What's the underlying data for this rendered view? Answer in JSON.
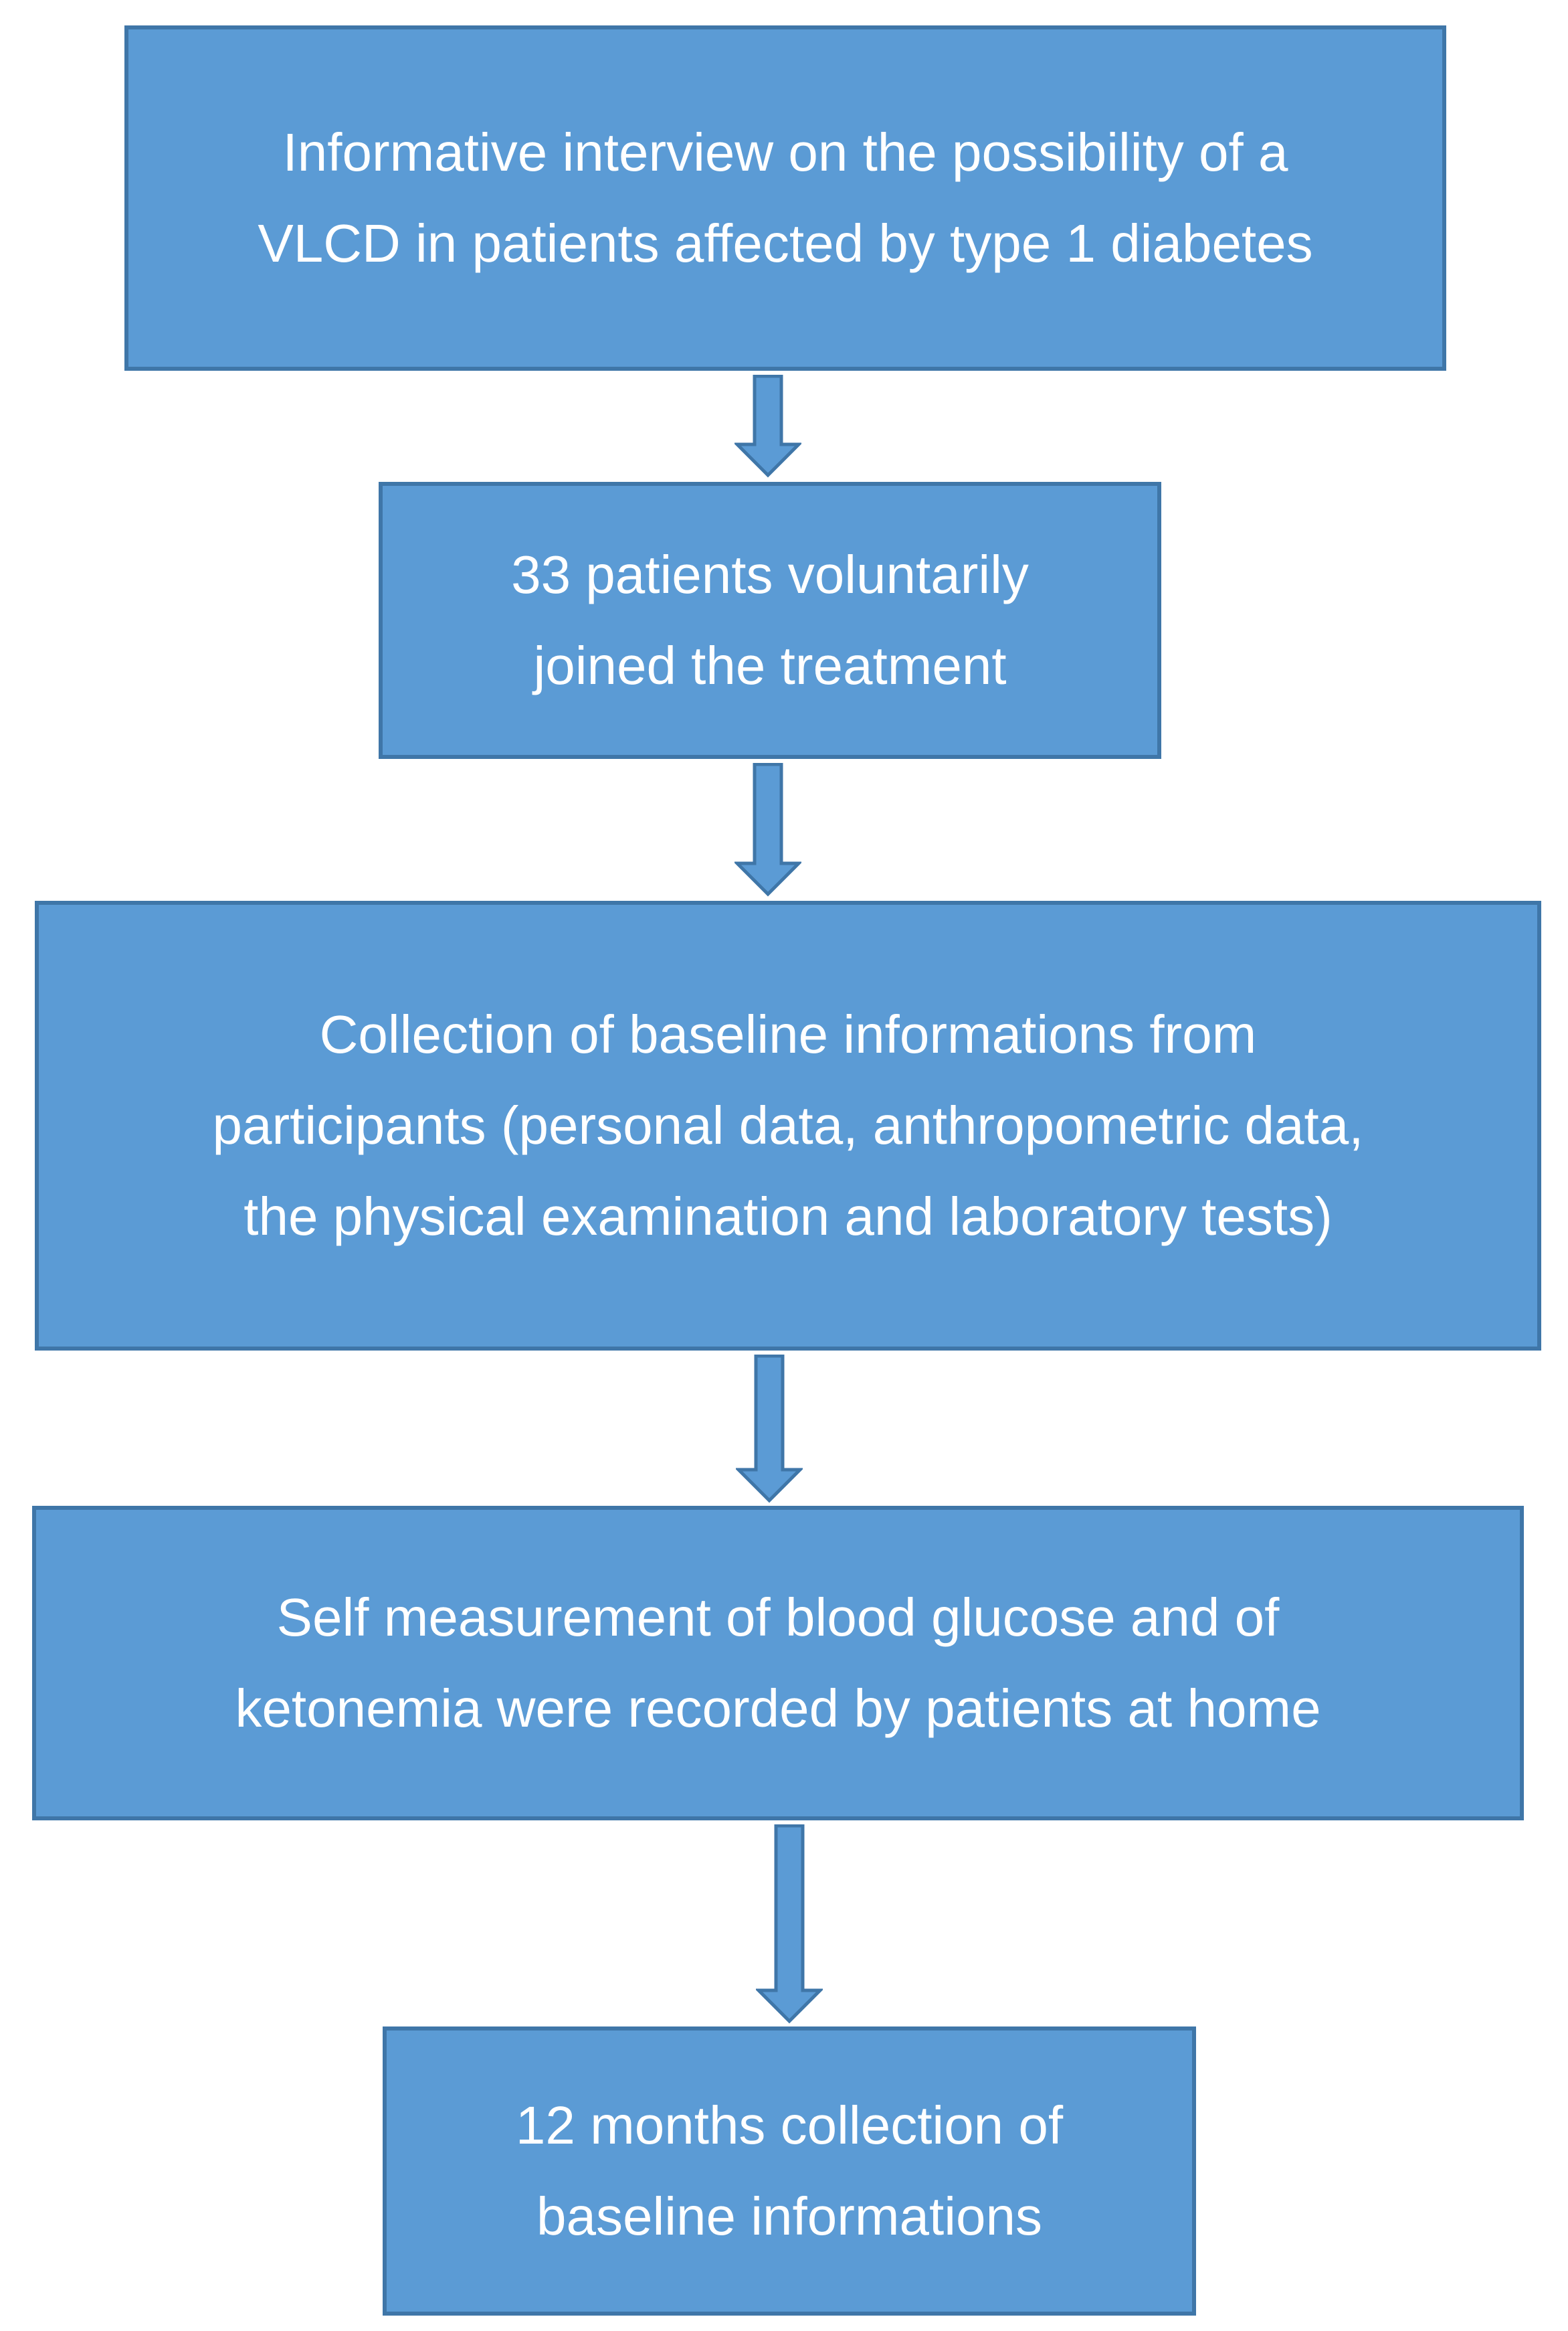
{
  "colors": {
    "box_fill": "#5b9bd5",
    "box_border": "#3f76a8",
    "text": "#ffffff",
    "background": "#ffffff"
  },
  "flowchart": {
    "steps": [
      {
        "text": "Informative interview on the possibility of a\nVLCD in patients affected by type 1 diabetes"
      },
      {
        "text": "33 patients voluntarily\njoined the treatment"
      },
      {
        "text": "Collection of baseline informations from\nparticipants (personal data, anthropometric data,\nthe physical examination and laboratory tests)"
      },
      {
        "text": "Self measurement of blood glucose and of\nketonemia were recorded by patients at home"
      },
      {
        "text": "12 months collection of\nbaseline informations"
      }
    ],
    "connectors": [
      {
        "from": 0,
        "to": 1,
        "direction": "down"
      },
      {
        "from": 1,
        "to": 2,
        "direction": "down"
      },
      {
        "from": 2,
        "to": 3,
        "direction": "down"
      },
      {
        "from": 3,
        "to": 4,
        "direction": "down"
      }
    ]
  }
}
